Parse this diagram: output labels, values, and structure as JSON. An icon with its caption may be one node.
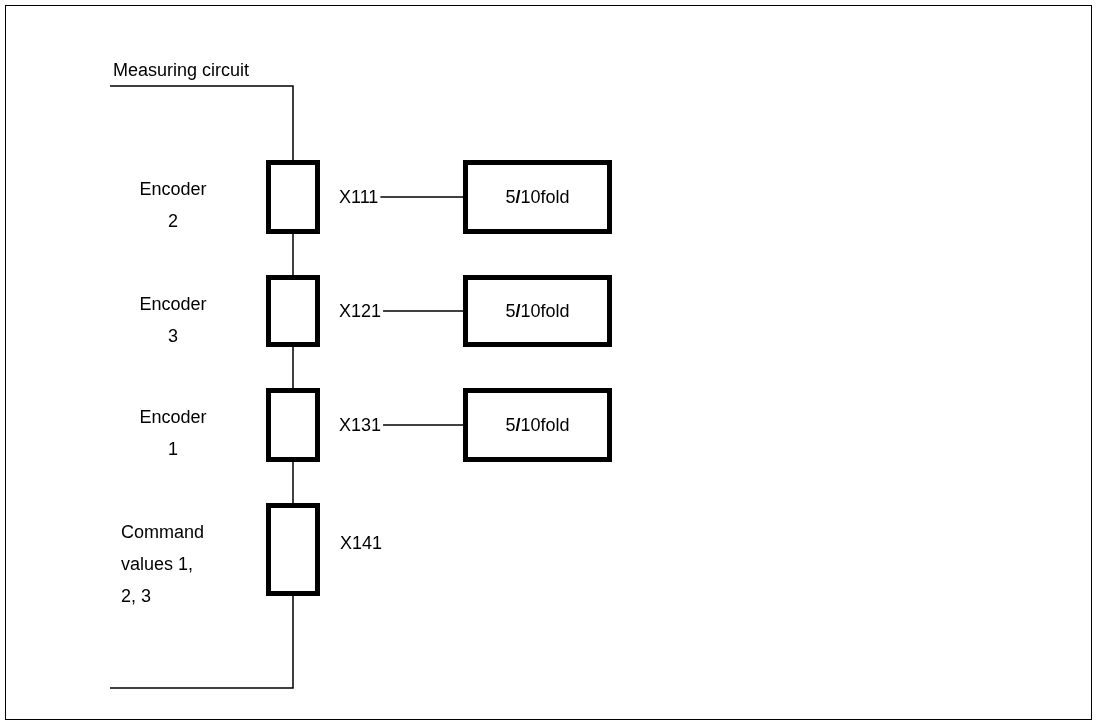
{
  "diagram": {
    "nodes": [
      {
        "text": [],
        "shape": "box",
        "beside": [
          "Encoder 2"
        ]
      },
      {
        "text": [
          "X111"
        ]
      },
      {
        "text": [
          "5**/**10fold"
        ]
      },
      {
        "text": [],
        "shape": "box",
        "beside": [
          "Encoder 3"
        ]
      },
      {
        "text": [
          "X121"
        ]
      },
      {
        "text": [
          "5**/**10fold"
        ]
      },
      {
        "text": [],
        "shape": "box",
        "beside": [
          "Encoder 1"
        ]
      },
      {
        "text": [
          "X131"
        ]
      },
      {
        "text": [
          "5**/**10fold"
        ]
      },
      {
        "text": [],
        "shape": "box",
        "beside": [
          "Command values 1, 2, 3",
          "X141"
        ]
      }
    ],
    "edges": [
      {
        "from": 0,
        "to": 3,
        "arrow": "none"
      },
      {
        "from": 3,
        "to": 6,
        "arrow": "none"
      },
      {
        "from": 6,
        "to": 9,
        "arrow": "none"
      },
      {
        "from": 1,
        "to": 2,
        "arrow": "none"
      },
      {
        "from": 4,
        "to": 5,
        "arrow": "none"
      },
      {
        "from": 7,
        "to": 8,
        "arrow": "none"
      }
    ],
    "labels": [
      "Measuring circuit"
    ]
  }
}
